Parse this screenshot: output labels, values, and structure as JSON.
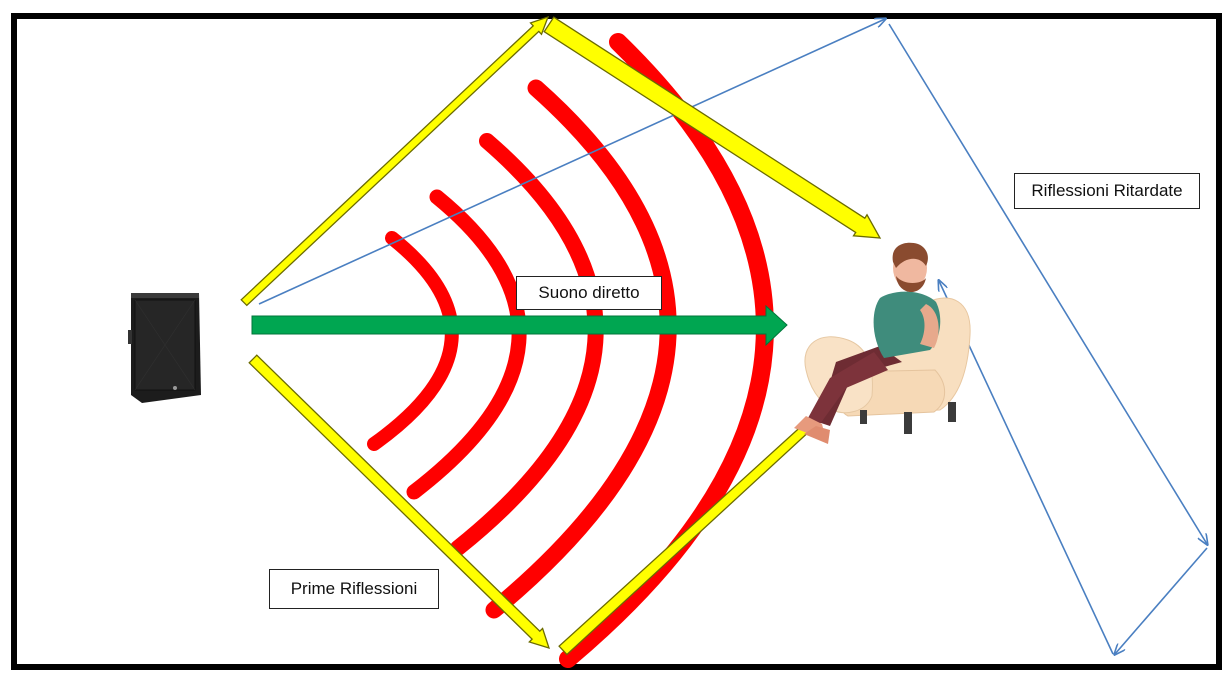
{
  "labels": {
    "direct_sound": "Suono diretto",
    "early_reflections": "Prime Riflessioni",
    "late_reflections": "Riflessioni Ritardate"
  },
  "colors": {
    "frame": "#000000",
    "wave": "#ff0000",
    "early_arrow": "#ffff00",
    "early_arrow_outline": "#6b6b00",
    "direct_arrow": "#00a651",
    "late_arrow": "#4a7fc1"
  },
  "icons": {
    "speaker": "loudspeaker-icon",
    "listener": "person-in-armchair-icon"
  }
}
